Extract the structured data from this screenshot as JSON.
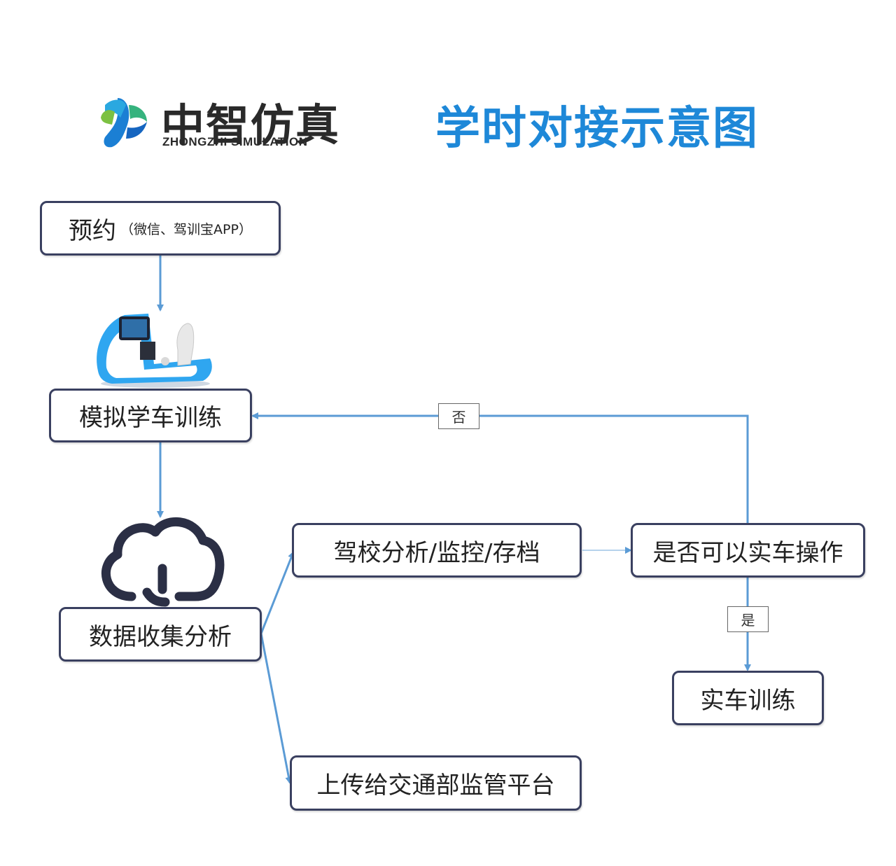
{
  "header": {
    "logo_cn": "中智仿真",
    "logo_en": "ZHONGZHI SIMULATION",
    "title": "学时对接示意图"
  },
  "nodes": {
    "booking_main": "预约",
    "booking_sub": "（微信、驾训宝APP）",
    "simulator_training": "模拟学车训练",
    "data_collection": "数据收集分析",
    "school_analysis": "驾校分析/监控/存档",
    "upload_platform": "上传给交通部监管平台",
    "can_real_car": "是否可以实车操作",
    "real_car_training": "实车训练"
  },
  "edge_labels": {
    "no": "否",
    "yes": "是"
  },
  "colors": {
    "arrow": "#5b9bd5",
    "box_border": "#3a4060",
    "title": "#1e88d8",
    "simulator_blue": "#2fa6f0",
    "cloud_stroke": "#2b2f45"
  }
}
